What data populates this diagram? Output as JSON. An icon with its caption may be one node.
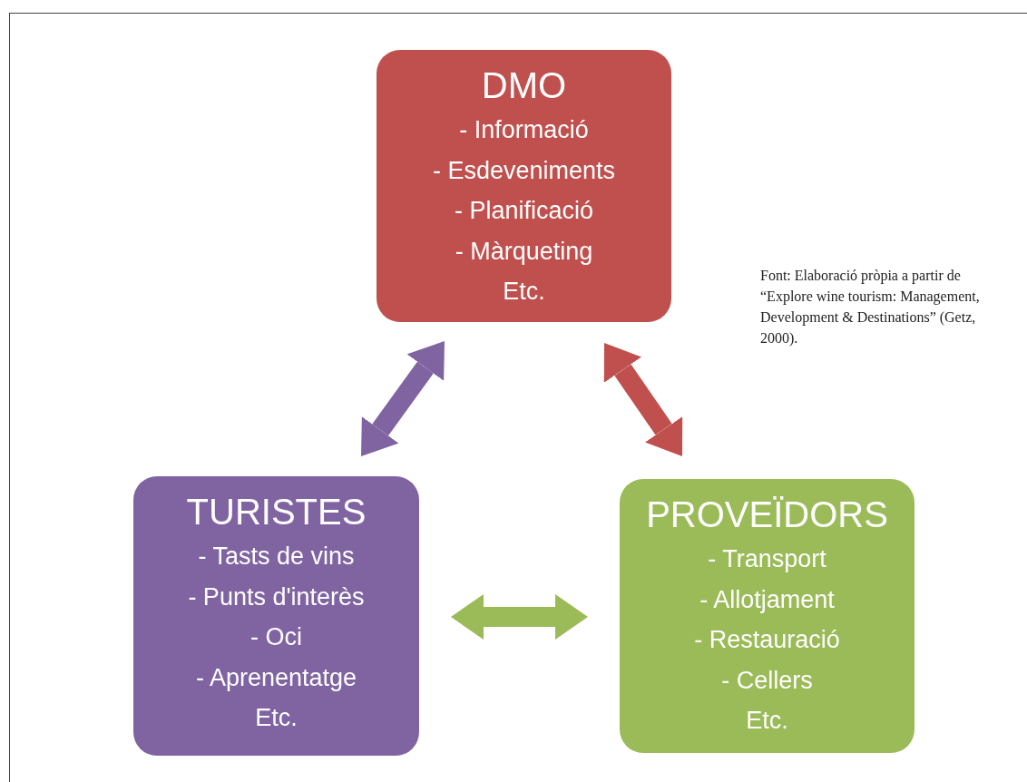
{
  "diagram": {
    "nodes": [
      {
        "text": [
          "DMO",
          "- Informació",
          "- Esdeveniments",
          "- Planificació",
          "- Màrqueting",
          "Etc."
        ]
      },
      {
        "text": [
          "TURISTES",
          "- Tasts de vins",
          "- Punts d'interès",
          "- Oci",
          "- Aprenentatge",
          "Etc."
        ]
      },
      {
        "text": [
          "PROVEÏDORS",
          "- Transport",
          "- Allotjament",
          "- Restauració",
          "- Cellers",
          "Etc."
        ]
      }
    ],
    "edges": [
      {
        "from": 1,
        "to": 0,
        "arrow": "both",
        "color": "#8064a2"
      },
      {
        "from": 0,
        "to": 2,
        "arrow": "both",
        "color": "#c0504d"
      },
      {
        "from": 1,
        "to": 2,
        "arrow": "both",
        "color": "#9bbb59"
      }
    ],
    "labels": [
      "Font: Elaboració pròpia a partir de “Explore wine tourism: Management, Development & Destinations” (Getz, 2000)."
    ]
  }
}
